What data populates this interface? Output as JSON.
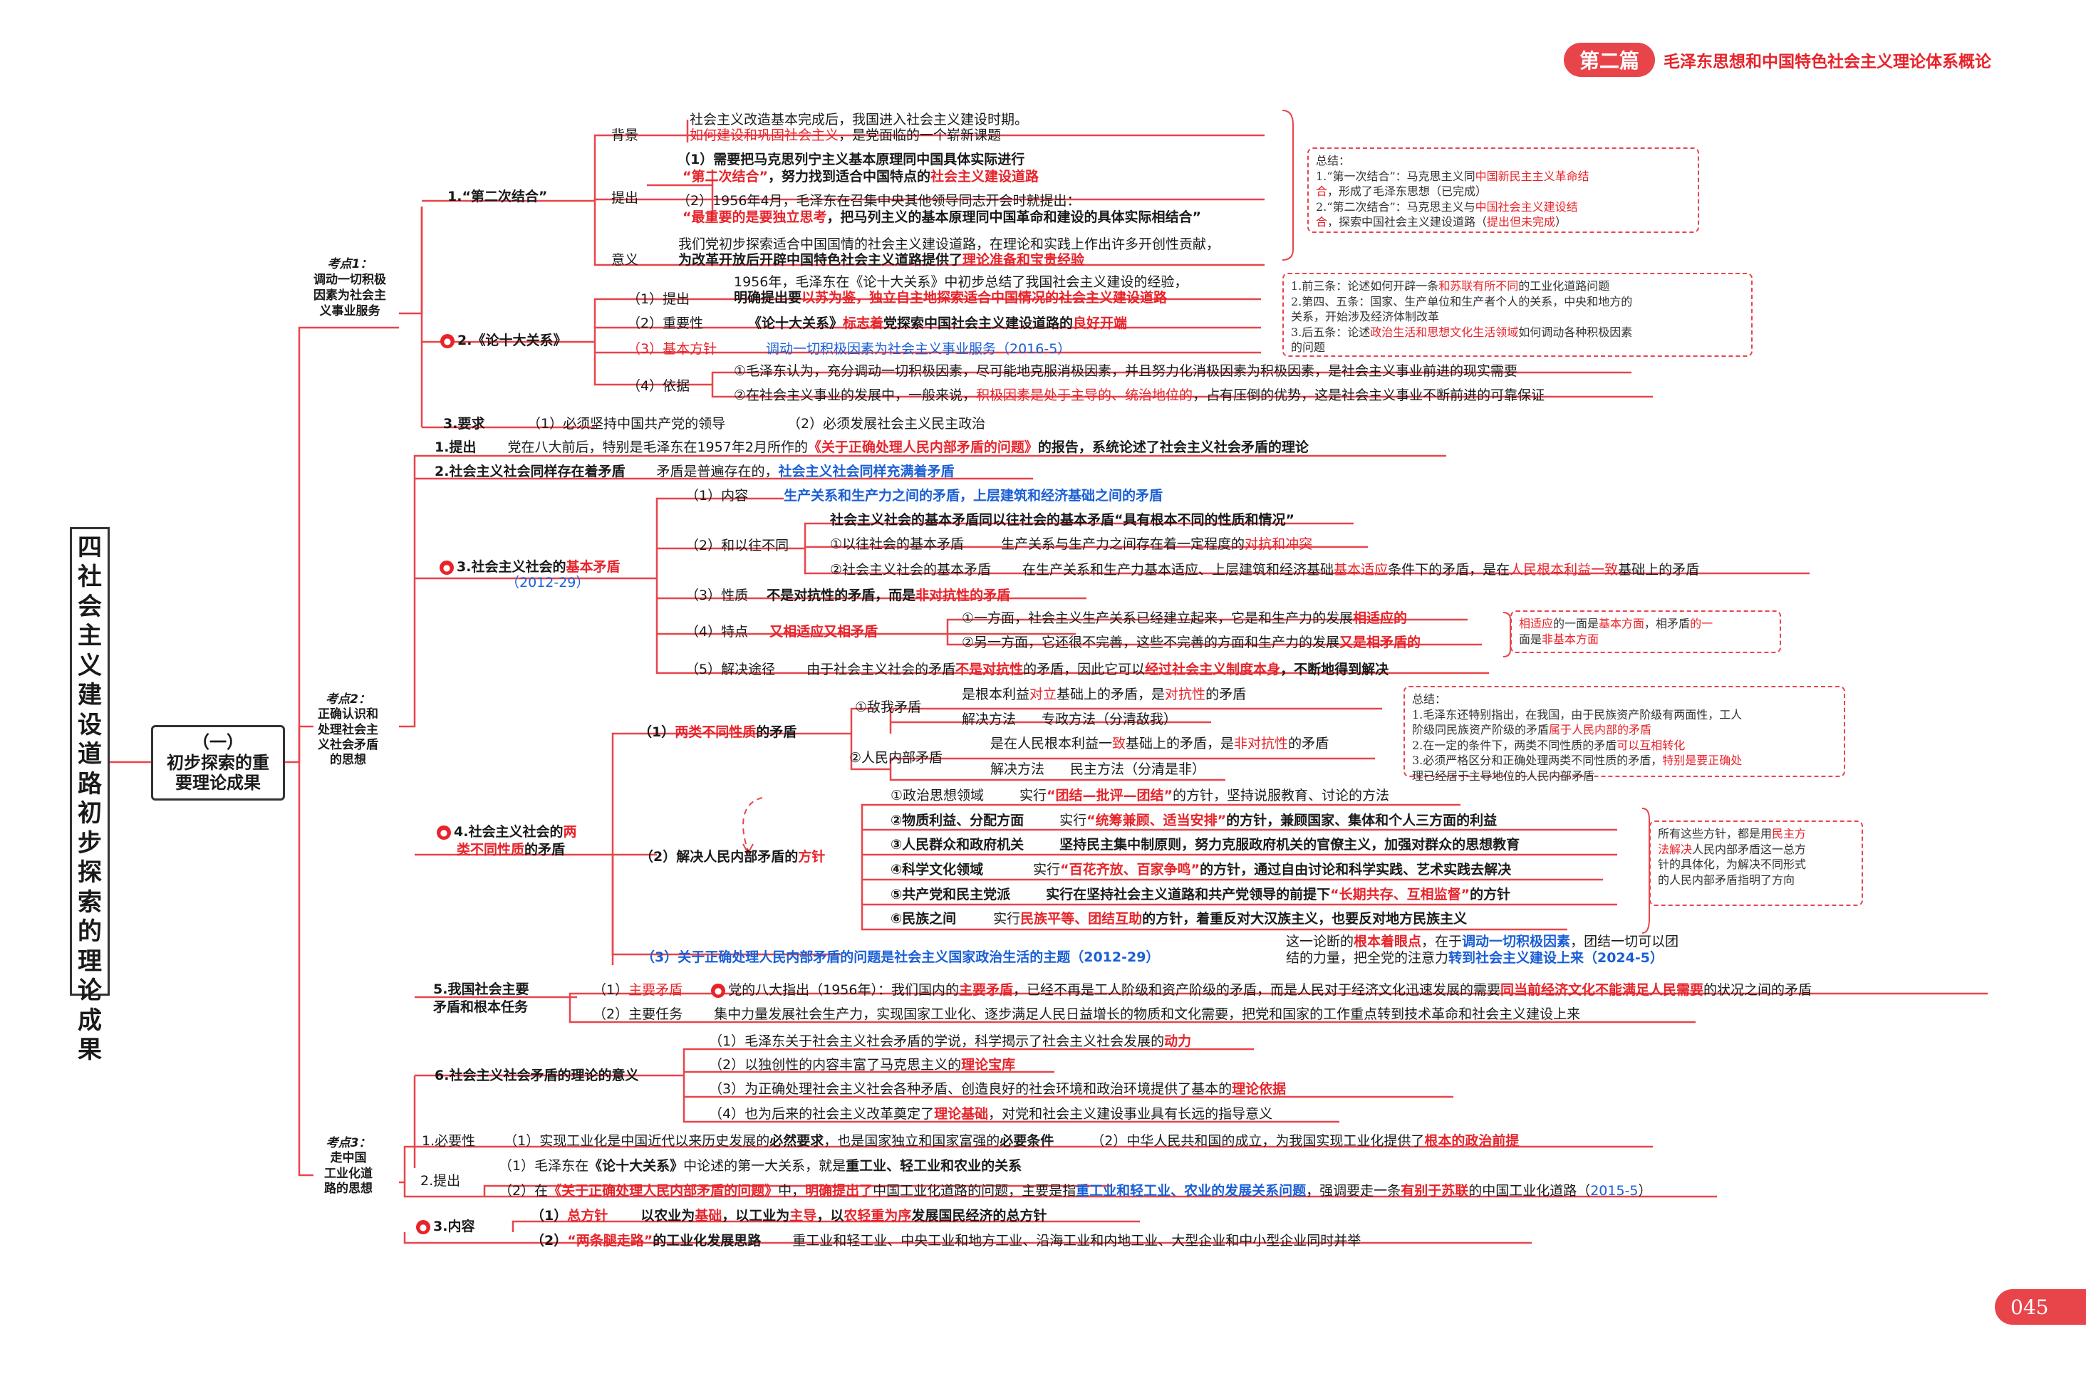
{
  "header": {
    "pill": "第二篇",
    "subtitle": "毛泽东思想和中国特色社会主义理论体系概论"
  },
  "page_number": "045",
  "title_chars": [
    "四",
    "社",
    "会",
    "主",
    "义",
    "建",
    "设",
    "道",
    "路",
    "初",
    "步",
    "探",
    "索",
    "的",
    "理",
    "论",
    "成",
    "果"
  ],
  "center": {
    "l1": "（一）",
    "l2": "初步探索的重",
    "l3": "要理论成果"
  },
  "kp1": {
    "star": "考点1：",
    "l1": "调动一切积极",
    "l2": "因素为社会主",
    "l3": "义事业服务"
  },
  "kp2": {
    "star": "考点2：",
    "l1": "正确认识和",
    "l2": "处理社会主",
    "l3": "义社会矛盾",
    "l4": "的思想"
  },
  "kp3": {
    "star": "考点3：",
    "l1": "走中国",
    "l2": "工业化道",
    "l3": "路的思想"
  },
  "s1": {
    "title": "1.“第二次结合”",
    "bg": "背景",
    "bg1": "社会主义改造基本完成后，我国进入社会主义建设时期。",
    "bg2a": "如何建设和巩固社会主义",
    "bg2b": "，是党面临的一个崭新课题",
    "tc": "提出",
    "tc1a": "（1）需要把马克思列宁主义基本原理同中国具体实际进行",
    "tc1b": "“第二次结合”",
    "tc1c": "，努力找到适合中国特点的",
    "tc1d": "社会主义建设道路",
    "tc2a": "（2）1956年4月，毛泽东在召集中央其他领导同志开会时就提出：",
    "tc2b": "“最重要的是要独立思考",
    "tc2c": "，把马列主义的基本原理同中国革命和建设的具体实际相结合”",
    "yy": "意义",
    "yy1": "我们党初步探索适合中国国情的社会主义建设道路，在理论和实践上作出许多开创性贡献，",
    "yy2a": "为改革开放后开辟中国特色社会主义道路提供了",
    "yy2b": "理论准备和宝贵经验"
  },
  "note1": {
    "l1a": "总结：",
    "l2a": "1.“第一次结合”：马克思主义同",
    "l2b": "中国新民主主义革命结",
    "l3a": "合",
    "l3b": "，形成了毛泽东思想（已完成）",
    "l4a": "2.“第二次结合”：马克思主义与",
    "l4b": "中国社会主义建设结",
    "l5a": "合",
    "l5b": "，探索中国社会主义建设道路（",
    "l5c": "提出但未完成",
    "l5d": "）"
  },
  "s2": {
    "title": "2.《论十大关系》",
    "p1": "（1）提出",
    "p1a": "1956年，毛泽东在《论十大关系》中初步总结了我国社会主义建设的经验，",
    "p1b": "明确提出要",
    "p1c": "以苏为鉴，独立自主地探索适合中国情况的社会主义建设道路",
    "p2": "（2）重要性",
    "p2a": "《论十大关系》",
    "p2b": "标志着",
    "p2c": "党探索中国社会主义建设道路的",
    "p2d": "良好开端",
    "p3": "（3）基本方针",
    "p3a": "调动一切积极因素为社会主义事业服务（2016-5）",
    "p4": "（4）依据",
    "p4a": "①毛泽东认为，充分调动一切积极因素，尽可能地克服消极因素，并且努力化消极因素为积极因素，是社会主义事业前进的现实需要",
    "p4b": "②在社会主义事业的发展中，一般来说，",
    "p4c": "积极因素是处于主导的、统治地位的",
    "p4d": "，占有压倒的优势，这是社会主义事业不断前进的可靠保证"
  },
  "note2": {
    "l1a": "1.前三条：论述如何开辟一条",
    "l1b": "和苏联有所不同",
    "l1c": "的工业化道路问题",
    "l2": "2.第四、五条：国家、生产单位和生产者个人的关系，中央和地方的",
    "l3": "关系，开始涉及经济体制改革",
    "l4a": "3.后五条：论述",
    "l4b": "政治生活和思想文化生活领域",
    "l4c": "如何调动各种积极因素",
    "l5": "的问题"
  },
  "s3": {
    "title": "3.要求",
    "a": "（1）必须坚持中国共产党的领导",
    "b": "（2）必须发展社会主义民主政治"
  },
  "k2_1": {
    "title": "1.提出",
    "a": "党在八大前后，特别是毛泽东在1957年2月所作的",
    "b": "《关于正确处理人民内部矛盾的问题》",
    "c": "的报告，系统论述了社会主义社会矛盾的理论"
  },
  "k2_2": {
    "title": "2.社会主义社会同样存在着矛盾",
    "a": "矛盾是普遍存在的，",
    "b": "社会主义社会同样充满着矛盾"
  },
  "k2_3": {
    "title_a": "3.社会主义社会的",
    "title_b": "基本矛盾",
    "year": "（2012-29）",
    "nr": "（1）内容",
    "nra": "生产关系和生产力之间的矛盾，上层建筑和经济基础之间的矛盾",
    "hy": "（2）和以往不同",
    "hya": "社会主义社会的基本矛盾同以往社会的基本矛盾“具有根本不同的性质和情况”",
    "hyb": "①以往社会的基本矛盾",
    "hyb2": "生产关系与生产力之间存在着一定程度的",
    "hyb3": "对抗和冲突",
    "hyc": "②社会主义社会的基本矛盾",
    "hyc2": "在生产关系和生产力基本适应、上层建筑和经济基础",
    "hyc3": "基本适应",
    "hyc4": "条件下的矛盾，是在",
    "hyc5": "人民根本利益一致",
    "hyc6": "基础上的矛盾",
    "xz": "（3）性质",
    "xza": "不是对抗性的矛盾，而是",
    "xzb": "非对抗性的矛盾",
    "td": "（4）特点",
    "tda": "又相适应又相矛盾",
    "tdb": "①一方面，社会主义生产关系已经建立起来，它是和生产力的发展",
    "tdb2": "相适应的",
    "tdc": "②另一方面，它还很不完善，这些不完善的方面和生产力的发展",
    "tdc2": "又是相矛盾的",
    "jj": "（5）解决途径",
    "jja": "由于社会主义社会的矛盾",
    "jjb": "不是对抗性",
    "jjc": "的矛盾，因此它可以",
    "jjd": "经过社会主义制度本身",
    "jje": "，不断地得到解决"
  },
  "note3": {
    "l1a": "相适应",
    "l1b": "的一面是",
    "l1c": "基本方面",
    "l1d": "，相矛盾",
    "l1e": "的一",
    "l2a": "面是",
    "l2b": "非基本方面"
  },
  "k2_4": {
    "title_a": "4.社会主义社会的",
    "title_b": "两",
    "title_c": "类不同性质",
    "title_d": "的矛盾",
    "q1": "（1）",
    "q1b": "两类不同性质",
    "q1c": "的矛盾",
    "dw": "①敌我矛盾",
    "dwa": "是根本利益",
    "dwb": "对立",
    "dwc": "基础上的矛盾，是",
    "dwd": "对抗性",
    "dwe": "的矛盾",
    "dwf": "解决方法",
    "dwg": "专政方法（分清敌我）",
    "rm": "②人民内部矛盾",
    "rma": "是在人民根本利益一",
    "rmb": "致",
    "rmc": "基础上的矛盾，是",
    "rmd": "非对抗性",
    "rme": "的矛盾",
    "rmf": "解决方法",
    "rmg": "民主方法（分清是非）",
    "q2": "（2）解决人民内部矛盾的",
    "q2b": "方针",
    "z1": "①政治思想领域",
    "z1a": "实行",
    "z1b": "“团结—批评—团结”",
    "z1c": "的方针，坚持说服教育、讨论的方法",
    "z2": "②物质利益、分配方面",
    "z2a": "实行",
    "z2b": "“统筹兼顾、适当安排”",
    "z2c": "的方针，兼顾国家、集体和个人三方面的利益",
    "z3": "③人民群众和政府机关",
    "z3a": "坚持民主集中制原则，努力克服政府机关的官僚主义，加强对群众的思想教育",
    "z4": "④科学文化领域",
    "z4a": "实行",
    "z4b": "“百花齐放、百家争鸣”",
    "z4c": "的方针，通过自由讨论和科学实践、艺术实践去解决",
    "z5": "⑤共产党和民主党派",
    "z5a": "实行在坚持社会主义道路和共产党领导的前提下",
    "z5b": "“长期共存、互相监督”",
    "z5c": "的方针",
    "z6": "⑥民族之间",
    "z6a": "实行",
    "z6b": "民族平等、团结互助",
    "z6c": "的方针，着重反对大汉族主义，也要反对地方民族主义",
    "q3": "（3）关于正确处理人民内部矛盾的问题是社会主义国家政治生活的主题（2012-29）",
    "q3a": "这一论断的",
    "q3b": "根本着眼点",
    "q3c": "，在于",
    "q3d": "调动一切积极因素",
    "q3e": "，团结一切可以团",
    "q3f": "结的力量，把全党的注意力",
    "q3g": "转到社会主义建设上来（2024-5）"
  },
  "note4": {
    "l1": "总结：",
    "l2": "1.毛泽东还特别指出，在我国，由于民族资产阶级有两面性，工人",
    "l3a": "阶级同民族资产阶级的矛盾",
    "l3b": "属于人民内部的矛盾",
    "l4a": "2.在一定的条件下，两类不同性质的矛盾",
    "l4b": "可以互相转化",
    "l5a": "3.必须严格区分和正确处理两类不同性质的矛盾，",
    "l5b": "特别是要正确处",
    "l6": "理已经居于主导地位的人民内部矛盾"
  },
  "note5": {
    "l1a": "所有这些方针，都是用",
    "l1b": "民主方",
    "l2a": "法解决",
    "l2b": "人民内部矛盾这一总方",
    "l3": "针的具体化，为解决不同形式",
    "l4": "的人民内部矛盾指明了方向"
  },
  "k2_5": {
    "title1": "5.我国社会主要",
    "title2": "矛盾和根本任务",
    "a": "（1）",
    "a2": "主要矛盾",
    "b": "党的八大指出（1956年）：我们国内的",
    "b2": "主要矛盾",
    "b3": "，已经不再是工人阶级和资产阶级的矛盾，而是人民对于经济文化迅速发展的需要",
    "b4": "同当前经济文化不能满足人民需要",
    "b5": "的状况之间的矛盾",
    "c": "（2）主要任务",
    "c2": "集中力量发展社会生产力，实现国家工业化、逐步满足人民日益增长的物质和文化需要，把党和国家的工作重点转到技术革命和社会主义建设上来"
  },
  "k2_6": {
    "title": "6.社会主义社会矛盾的理论的意义",
    "a": "（1）毛泽东关于社会主义社会矛盾的学说，科学揭示了社会主义社会发展的",
    "a2": "动力",
    "b": "（2）以独创性的内容丰富了马克思主义的",
    "b2": "理论宝库",
    "c": "（3）为正确处理社会主义社会各种矛盾、创造良好的社会环境和政治环境提供了基本的",
    "c2": "理论依据",
    "d": "（4）也为后来的社会主义改革奠定了",
    "d2": "理论基础",
    "d3": "，对党和社会主义建设事业具有长远的指导意义"
  },
  "k3_1": {
    "title": "1.必要性",
    "a": "（1）实现工业化是中国近代以来历史发展的",
    "a2": "必然要求",
    "a3": "，也是国家独立和国家富强的",
    "a4": "必要条件",
    "b": "（2）中华人民共和国的成立，为我国实现工业化提供了",
    "b2": "根本的政治前提"
  },
  "k3_2": {
    "title": "2.提出",
    "a": "（1）毛泽东在",
    "a2": "《论十大关系》",
    "a3": "中论述的第一大关系，就是",
    "a4": "重工业、轻工业和农业的关系",
    "b": "（2）在",
    "b2": "《关于正确处理人民内部矛盾的问题》",
    "b3": "中，",
    "b4": "明确提出了",
    "b5": "中国工业化道路的问题，主要是指",
    "b6": "重工业和轻工业、农业的发展关系问题",
    "b7": "，强调要走一条",
    "b8": "有别于苏联",
    "b9": "的中国工业化道路（",
    "b10": "2015-5",
    "b11": "）"
  },
  "k3_3": {
    "title": "3.内容",
    "a": "（1）",
    "a2": "总方针",
    "a3": "以农业为",
    "a4": "基础",
    "a5": "，以工业为",
    "a6": "主导",
    "a7": "，以",
    "a8": "农轻重为序",
    "a9": "发展国民经济的总方针",
    "b": "（2）",
    "b2": "“两条腿走路”",
    "b3": "的工业化发展思路",
    "b4": "重工业和轻工业、中央工业和地方工业、沿海工业和内地工业、大型企业和中小型企业同时并举"
  }
}
